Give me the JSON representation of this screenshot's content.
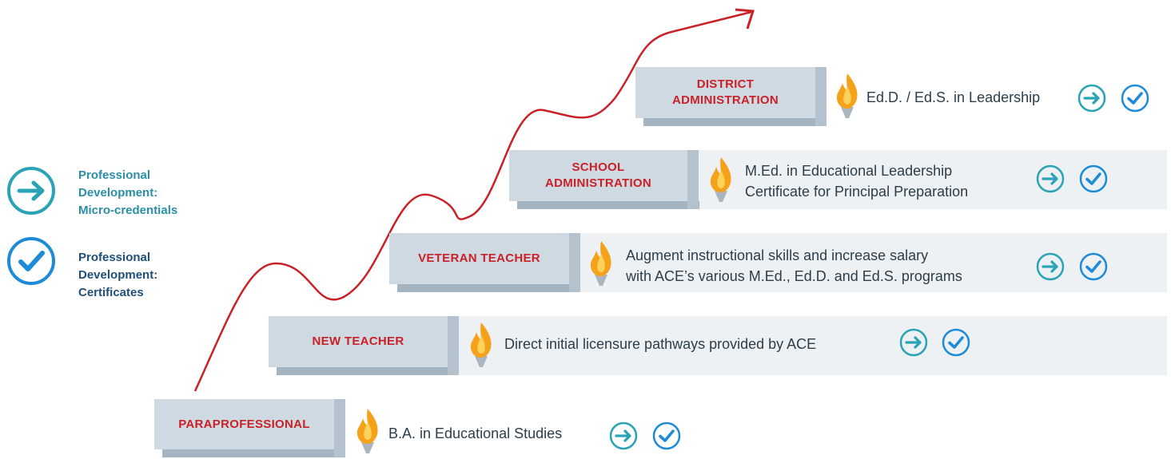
{
  "legend": {
    "micro": {
      "line1": "Professional",
      "line2": "Development:",
      "line3": "Micro-credentials",
      "icon": "arrow-circle-icon",
      "color": "#2aa3b6"
    },
    "cert": {
      "line1": "Professional",
      "line2": "Development:",
      "line3": "Certificates",
      "icon": "check-circle-icon",
      "color": "#1e8bd8"
    }
  },
  "steps": [
    {
      "title": [
        "DISTRICT",
        "ADMINISTRATION"
      ],
      "lines": [
        "Ed.D. / Ed.S. in Leadership"
      ]
    },
    {
      "title": [
        "SCHOOL",
        "ADMINISTRATION"
      ],
      "lines": [
        "M.Ed. in Educational Leadership",
        "Certificate for Principal Preparation"
      ]
    },
    {
      "title": [
        "VETERAN TEACHER"
      ],
      "lines": [
        "Augment instructional skills and increase salary",
        "with ACE’s various M.Ed., Ed.D. and Ed.S. programs"
      ]
    },
    {
      "title": [
        "NEW TEACHER"
      ],
      "lines": [
        "Direct initial licensure pathways provided by ACE"
      ]
    },
    {
      "title": [
        "PARAPROFESSIONAL"
      ],
      "lines": [
        "B.A. in Educational Studies"
      ]
    }
  ],
  "colors": {
    "title_red": "#c92127",
    "arrow_red": "#c92127",
    "teal": "#2aa3b6",
    "blue": "#1e8bd8",
    "block": "#cfd9e1",
    "band": "#edf1f4"
  },
  "icons": {
    "flame": "flame-torch-icon",
    "arrow": "arrow-circle-icon",
    "check": "check-circle-icon",
    "path": "growth-arrow-icon"
  }
}
